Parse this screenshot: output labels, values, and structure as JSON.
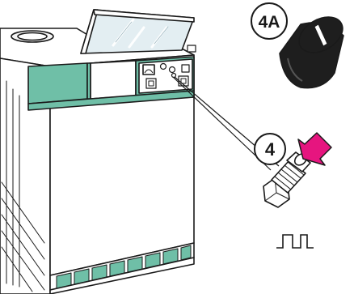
{
  "diagram": {
    "step_main": "4",
    "step_detail": "4A",
    "colors": {
      "panel_teal": "#6fbfa7",
      "arrow_magenta": "#e6157f",
      "knob_dark": "#1e1e1e",
      "outline": "#1a1a1a",
      "glass_tint": "#e3eef2"
    },
    "icons": [
      "boiler-unit",
      "control-panel",
      "flip-cover",
      "push-button",
      "push-arrow",
      "rotary-knob",
      "pulse-symbol"
    ]
  }
}
